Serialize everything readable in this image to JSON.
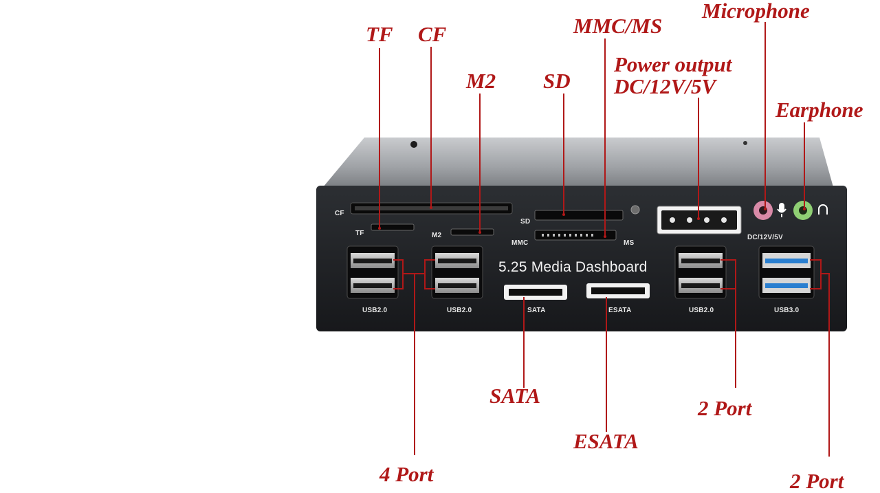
{
  "callouts": {
    "tf": "TF",
    "cf": "CF",
    "m2": "M2",
    "sd": "SD",
    "mmc_ms": "MMC/MS",
    "power_line1": "Power output",
    "power_line2": "DC/12V/5V",
    "microphone": "Microphone",
    "earphone": "Earphone",
    "sata": "SATA",
    "esata": "ESATA",
    "four_port": "4 Port",
    "two_port_a": "2 Port",
    "two_port_b": "2 Port"
  },
  "panel": {
    "title": "5.25 Media Dashboard",
    "labels": {
      "cf": "CF",
      "tf": "TF",
      "m2": "M2",
      "sd": "SD",
      "mmc": "MMC",
      "ms": "MS",
      "dc": "DC/12V/5V",
      "usb1": "USB2.0",
      "usb2": "USB2.0",
      "sata": "SATA",
      "esata": "ESATA",
      "usb3a": "USB2.0",
      "usb3b": "USB3.0"
    }
  },
  "colors": {
    "callout": "#b01818",
    "panel": "#202226",
    "top_plate": "#9c9ea1",
    "mic_jack": "#d98aa8",
    "earphone_jack": "#8fcf74",
    "usb3_blue": "#2a7fd0"
  },
  "icons": [
    "microphone-icon",
    "headphone-icon"
  ]
}
